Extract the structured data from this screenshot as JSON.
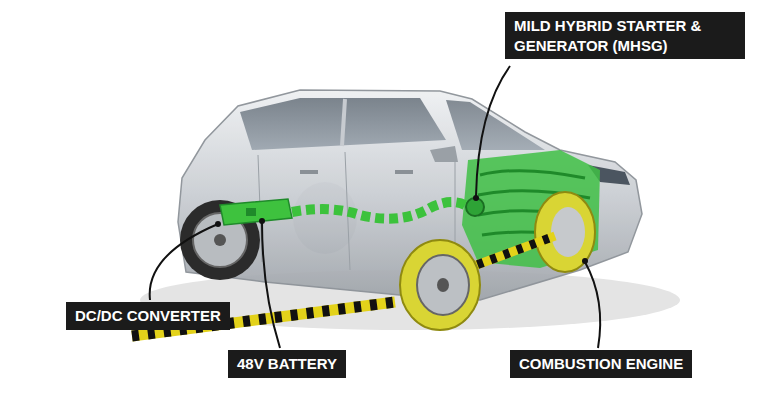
{
  "diagram": {
    "nodes": [
      {
        "text": [
          "MILD HYBRID STARTER & GENERATOR (MHSG)"
        ]
      },
      {
        "text": [
          "DC/DC CONVERTER"
        ]
      },
      {
        "text": [
          "48V BATTERY"
        ]
      },
      {
        "text": [
          "COMBUSTION ENGINE"
        ]
      }
    ]
  }
}
